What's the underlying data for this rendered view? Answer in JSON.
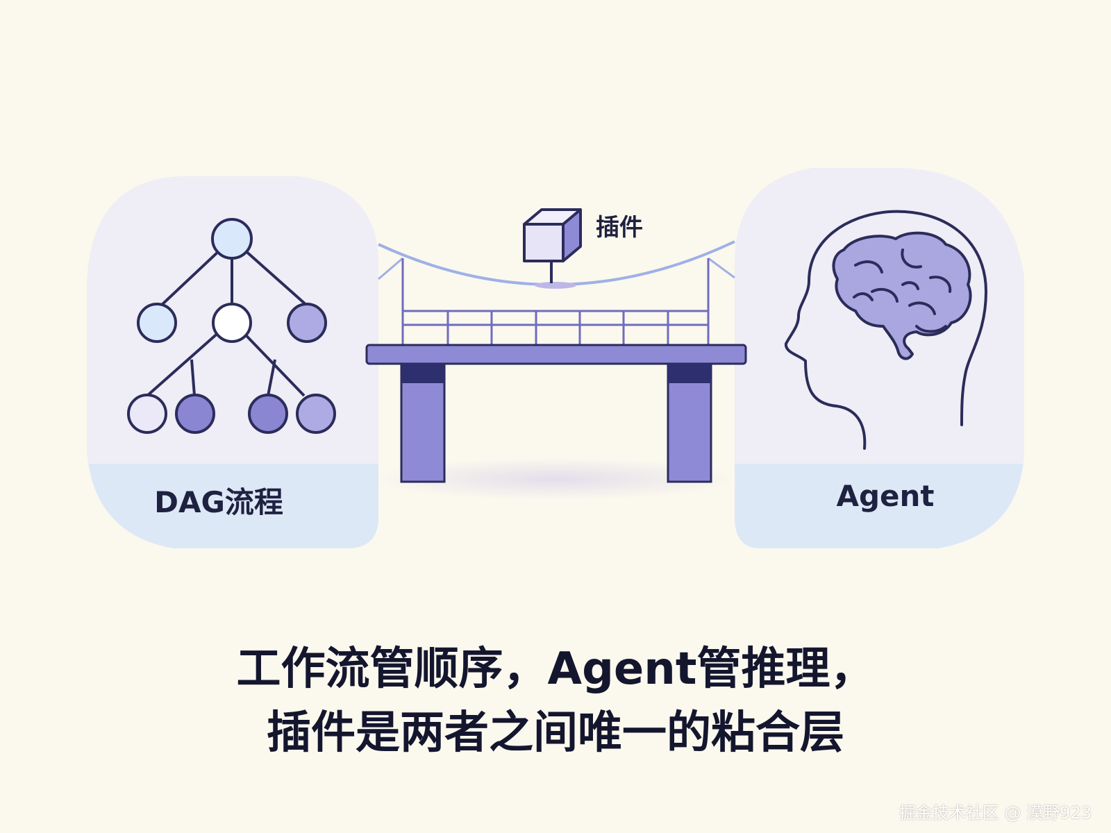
{
  "diagram": {
    "left_panel": {
      "label": "DAG流程",
      "icon": "dag-tree-icon"
    },
    "right_panel": {
      "label": "Agent",
      "icon": "head-brain-icon"
    },
    "bridge": {
      "plugin_label": "插件",
      "plugin_icon": "cube-icon",
      "bridge_icon": "bridge-icon"
    }
  },
  "caption": {
    "line1": "工作流管顺序，Agent管推理，",
    "line2": "插件是两者之间唯一的粘合层"
  },
  "watermark": {
    "text": "掘金技术社区 @ 漠野923"
  },
  "colors": {
    "background": "#fbf8ee",
    "panel": "#efedf4",
    "panel_band": "#dde8f6",
    "accent_purple": "#9c9ad8",
    "accent_blue": "#dbeafa",
    "outline": "#2b2c5a",
    "text": "#14162e"
  }
}
